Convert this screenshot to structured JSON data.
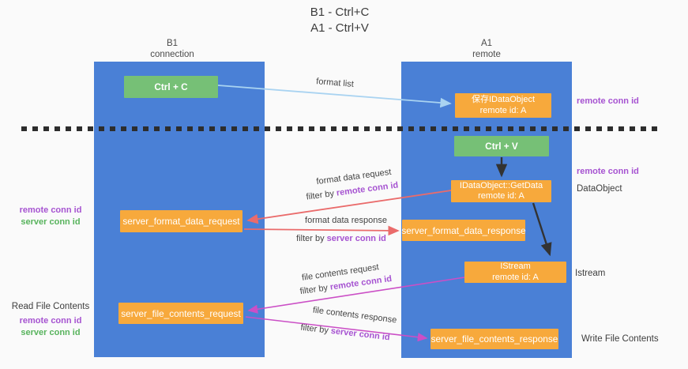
{
  "title": {
    "line1": "B1 - Ctrl+C",
    "line2": "A1 - Ctrl+V"
  },
  "lanes": {
    "left": {
      "name": "B1",
      "role": "connection"
    },
    "right": {
      "name": "A1",
      "role": "remote"
    }
  },
  "boxes": {
    "ctrl_c": {
      "label": "Ctrl + C"
    },
    "ctrl_v": {
      "label": "Ctrl + V"
    },
    "save_idataobject": {
      "line1": "保存IDataObject",
      "line2": "remote id: A"
    },
    "getdata": {
      "line1": "IDataObject::GetData",
      "line2": "remote id: A"
    },
    "istream": {
      "line1": "IStream",
      "line2": "remote id: A"
    },
    "server_format_data_request": {
      "label": "server_format_data_request"
    },
    "server_format_data_response": {
      "label": "server_format_data_response"
    },
    "server_file_contents_request": {
      "label": "server_file_contents_request"
    },
    "server_file_contents_response": {
      "label": "server_file_contents_response"
    }
  },
  "flow_labels": {
    "format_list": "format list",
    "format_data_request": "format data request",
    "format_data_response": "format data response",
    "file_contents_request": "file contents request",
    "file_contents_response": "file contents response",
    "filter_by": "filter by",
    "remote_conn_id": "remote conn id",
    "server_conn_id": "server conn id"
  },
  "side_labels": {
    "remote_conn_id": "remote conn id",
    "server_conn_id": "server conn id",
    "dataobject": "DataObject",
    "istream": "Istream",
    "read_file_contents": "Read File Contents",
    "write_file_contents": "Write File Contents"
  },
  "colors": {
    "lane_blue": "#4A80D6",
    "box_orange": "#F7A93C",
    "box_green": "#76C076",
    "accent_purple": "#A653D1",
    "accent_green": "#57B35C",
    "arrow_red": "#EA6B6B",
    "arrow_magenta": "#CB4FC6",
    "arrow_light_blue": "#A9D3F1",
    "arrow_black": "#333333",
    "divider_black": "#2d2d2d"
  }
}
